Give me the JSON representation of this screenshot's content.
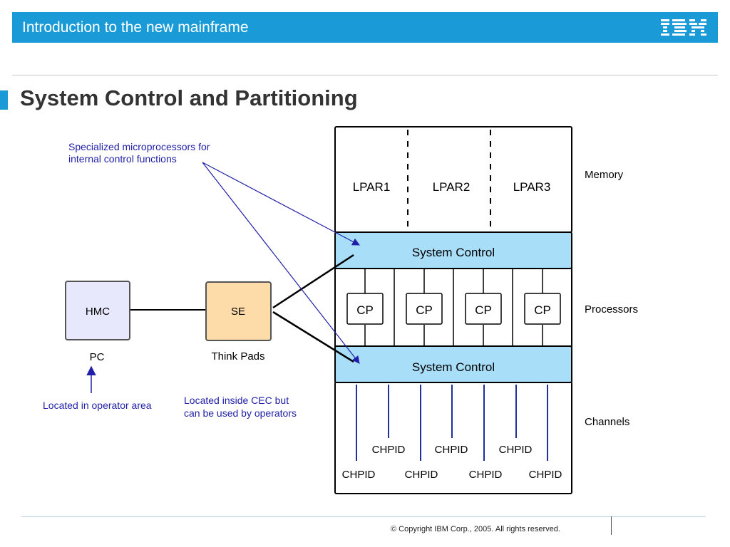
{
  "header": {
    "title": "Introduction to the new mainframe",
    "logo_text": "IBM",
    "color": "#1a9bd7"
  },
  "slide": {
    "title": "System Control and Partitioning"
  },
  "diagram": {
    "lpars": [
      "LPAR1",
      "LPAR2",
      "LPAR3"
    ],
    "system_control_top": "System Control",
    "system_control_bottom": "System Control",
    "cps": [
      "CP",
      "CP",
      "CP",
      "CP"
    ],
    "chpids_upper": [
      "CHPID",
      "CHPID",
      "CHPID"
    ],
    "chpids_lower": [
      "CHPID",
      "CHPID",
      "CHPID",
      "CHPID"
    ],
    "labels": {
      "memory": "Memory",
      "processors": "Processors",
      "channels": "Channels"
    },
    "hmc": {
      "label": "HMC",
      "caption": "PC"
    },
    "se": {
      "label": "SE",
      "caption": "Think Pads"
    },
    "annotations": {
      "microprocessors_line1": "Specialized microprocessors for",
      "microprocessors_line2": "internal control functions",
      "operator_area": "Located in operator area",
      "cec_line1": "Located inside CEC but",
      "cec_line2": "can be used by operators"
    },
    "colors": {
      "system_control_fill": "#a9def9",
      "hmc_fill": "#e8e8fc",
      "se_fill": "#fddcaa",
      "annotation": "#1f1fa8",
      "channel_line": "#1f2f9c"
    }
  },
  "footer": {
    "copyright": "© Copyright IBM Corp., 2005. All rights reserved."
  }
}
